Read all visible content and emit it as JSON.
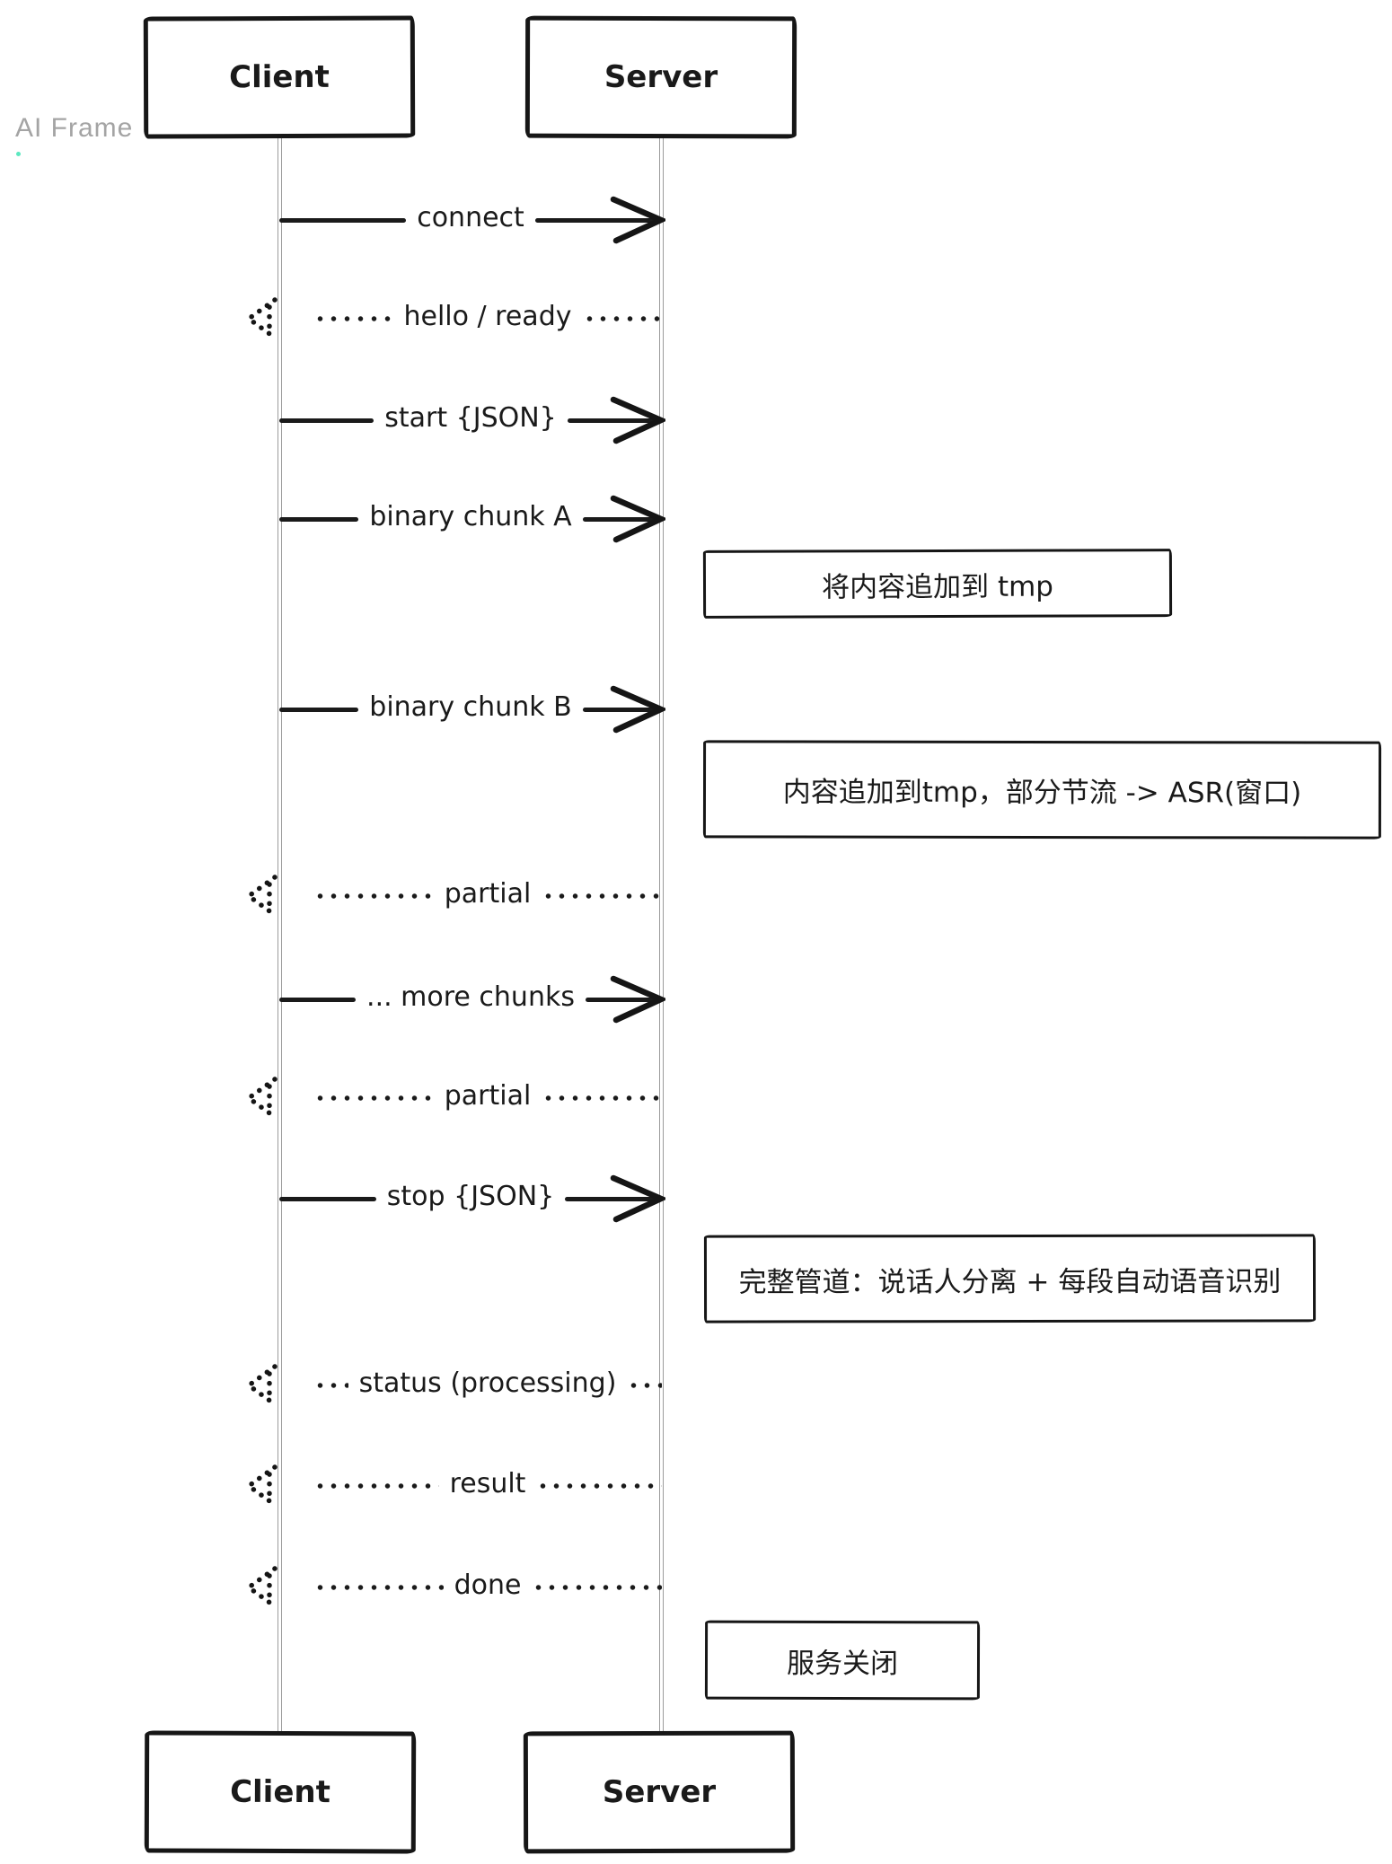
{
  "watermark": {
    "label": "AI Frame"
  },
  "actors": {
    "client": "Client",
    "server": "Server"
  },
  "messages": [
    {
      "label": "connect",
      "from": "client",
      "to": "server",
      "line": "solid"
    },
    {
      "label": "hello / ready",
      "from": "server",
      "to": "client",
      "line": "dotted"
    },
    {
      "label": "start {JSON}",
      "from": "client",
      "to": "server",
      "line": "solid"
    },
    {
      "label": "binary chunk A",
      "from": "client",
      "to": "server",
      "line": "solid"
    },
    {
      "label": "binary chunk B",
      "from": "client",
      "to": "server",
      "line": "solid"
    },
    {
      "label": "partial",
      "from": "server",
      "to": "client",
      "line": "dotted"
    },
    {
      "label": "... more chunks",
      "from": "client",
      "to": "server",
      "line": "solid"
    },
    {
      "label": "partial",
      "from": "server",
      "to": "client",
      "line": "dotted"
    },
    {
      "label": "stop {JSON}",
      "from": "client",
      "to": "server",
      "line": "solid"
    },
    {
      "label": "status (processing)",
      "from": "server",
      "to": "client",
      "line": "dotted"
    },
    {
      "label": "result",
      "from": "server",
      "to": "client",
      "line": "dotted"
    },
    {
      "label": "done",
      "from": "server",
      "to": "client",
      "line": "dotted"
    }
  ],
  "notes": [
    {
      "text": "将内容追加到 tmp"
    },
    {
      "text": "内容追加到tmp，部分节流 -> ASR(窗口)"
    },
    {
      "text": "完整管道：说话人分离 + 每段自动语音识别"
    },
    {
      "text": "服务关闭"
    }
  ],
  "colors": {
    "stroke": "#161616",
    "lifeline": "#9c9c9c",
    "watermark": "#a4a4a4",
    "accent_dot": "#5ce8c0",
    "background": "#ffffff"
  }
}
